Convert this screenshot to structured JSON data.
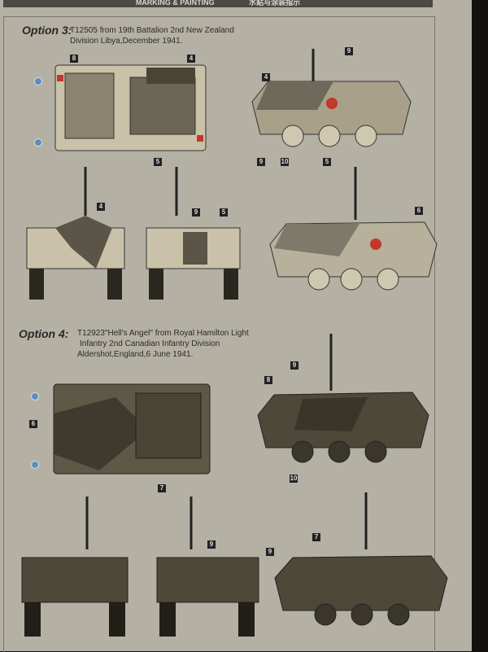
{
  "header": {
    "title": "MARKING & PAINTING",
    "title_cn": "水贴与涂装指示"
  },
  "option3": {
    "label": "Option 3:",
    "desc_line1": "T12505 from 19th Battalion 2nd New Zealand",
    "desc_line2": "Division Libya,December 1941.",
    "callouts": {
      "top": [
        "8",
        "4",
        "5"
      ],
      "side": [
        "9",
        "4",
        "9",
        "10",
        "5"
      ],
      "front": [
        "4"
      ],
      "rear": [
        "9",
        "5"
      ],
      "side2": [
        "6"
      ]
    }
  },
  "option4": {
    "label": "Option 4:",
    "desc_line1": "T12923\"Hell's Angel\" from Royal Hamilton Light",
    "desc_line2": "Infantry 2nd Canadian Infantry Division",
    "desc_line3": "Aldershot,England,6 June 1941.",
    "callouts": {
      "top": [
        "6",
        "7"
      ],
      "side": [
        "9",
        "8",
        "10"
      ],
      "rear": [
        "9"
      ],
      "side2": [
        "9",
        "7"
      ]
    }
  },
  "colors": {
    "paper": "#b4b0a4",
    "desert_sand": "#c9c2a8",
    "dark_olive": "#4a4434",
    "grey_green": "#7d7a6a",
    "callout": "#222222",
    "decal_blue": "#5a8fc0"
  }
}
